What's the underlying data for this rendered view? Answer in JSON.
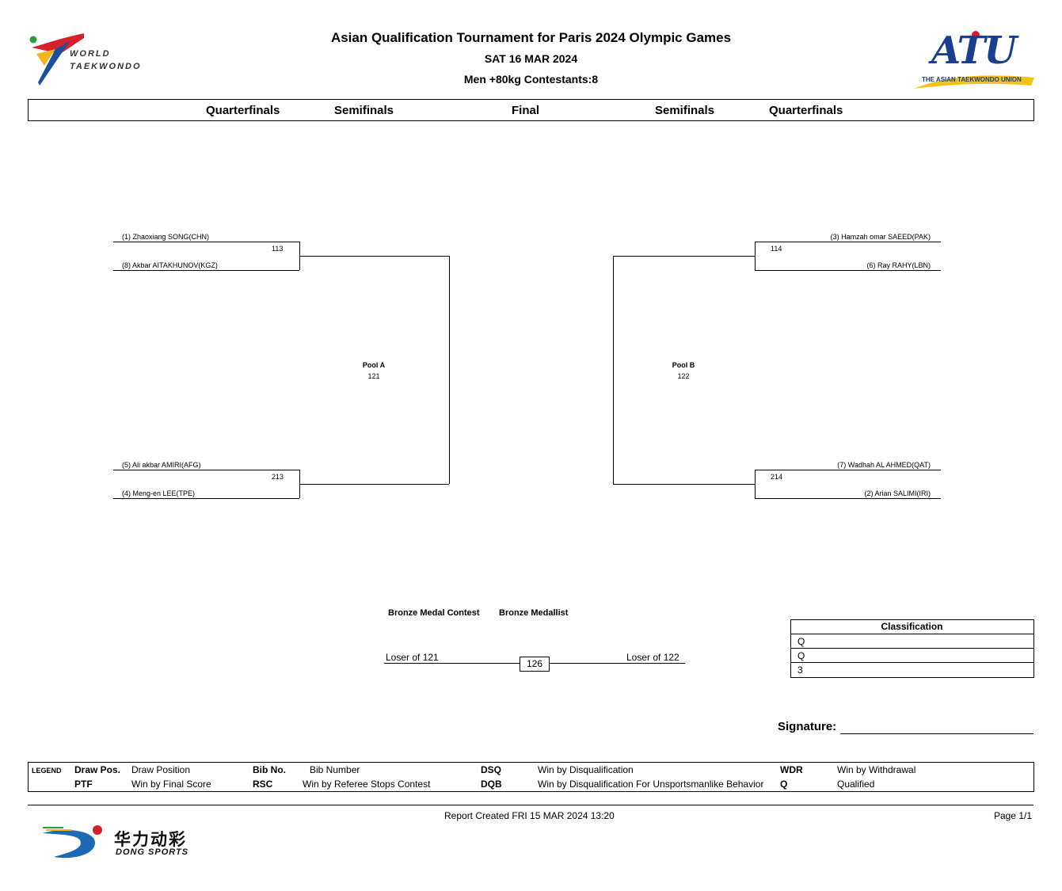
{
  "header": {
    "title": "Asian Qualification Tournament for Paris 2024 Olympic Games",
    "date": "SAT 16 MAR 2024",
    "category": "Men +80kg Contestants:8",
    "wt_logo_line1": "WORLD",
    "wt_logo_line2": "TAEKWONDO",
    "atu_logo": "ATU",
    "atu_caption": "THE ASIAN TAEKWONDO UNION"
  },
  "rounds": [
    "Quarterfinals",
    "Semifinals",
    "Final",
    "Semifinals",
    "Quarterfinals"
  ],
  "pool_a": {
    "label": "Pool A",
    "semifinal_number": "121",
    "matches": [
      {
        "number": "113",
        "top": "(1) Zhaoxiang SONG(CHN)",
        "bottom": "(8) Akbar AITAKHUNOV(KGZ)"
      },
      {
        "number": "213",
        "top": "(5) Ali akbar AMIRI(AFG)",
        "bottom": "(4) Meng-en LEE(TPE)"
      }
    ]
  },
  "pool_b": {
    "label": "Pool B",
    "semifinal_number": "122",
    "matches": [
      {
        "number": "114",
        "top": "(3) Hamzah omar SAEED(PAK)",
        "bottom": "(6) Ray RAHY(LBN)"
      },
      {
        "number": "214",
        "top": "(7) Wadhah AL AHMED(QAT)",
        "bottom": "(2) Arian SALIMI(IRI)"
      }
    ]
  },
  "bronze": {
    "contest_label": "Bronze Medal Contest",
    "medallist_label": "Bronze Medallist",
    "left": "Loser of 121",
    "right": "Loser of 122",
    "number": "126"
  },
  "classification": {
    "title": "Classification",
    "rows": [
      "Q",
      "Q",
      "3"
    ]
  },
  "signature_label": "Signature:",
  "legend": {
    "label": "LEGEND",
    "items": [
      {
        "code": "Draw Pos.",
        "desc": "Draw Position"
      },
      {
        "code": "PTF",
        "desc": "Win by Final Score"
      },
      {
        "code": "Bib No.",
        "desc": "Bib Number"
      },
      {
        "code": "RSC",
        "desc": "Win by Referee Stops Contest"
      },
      {
        "code": "DSQ",
        "desc": "Win by Disqualification"
      },
      {
        "code": "DQB",
        "desc": "Win by Disqualification For Unsportsmanlike Behavior"
      },
      {
        "code": "WDR",
        "desc": "Win by Withdrawal"
      },
      {
        "code": "Q",
        "desc": "Qualified"
      }
    ]
  },
  "footer": {
    "report_created": "Report Created FRI 15 MAR 2024 13:20",
    "page": "Page 1/1",
    "sponsor_cn": "华力动彩",
    "sponsor_en": "DONG SPORTS"
  }
}
